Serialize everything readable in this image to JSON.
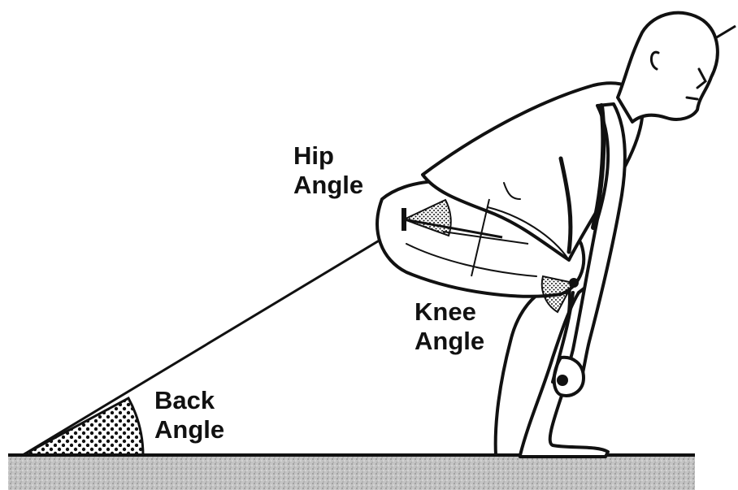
{
  "labels": {
    "hip": {
      "line1": "Hip",
      "line2": "Angle"
    },
    "knee": {
      "line1": "Knee",
      "line2": "Angle"
    },
    "back": {
      "line1": "Back",
      "line2": "Angle"
    }
  },
  "colors": {
    "ink": "#111111",
    "ground_fill": "#b9b9b9",
    "background": "#ffffff"
  }
}
